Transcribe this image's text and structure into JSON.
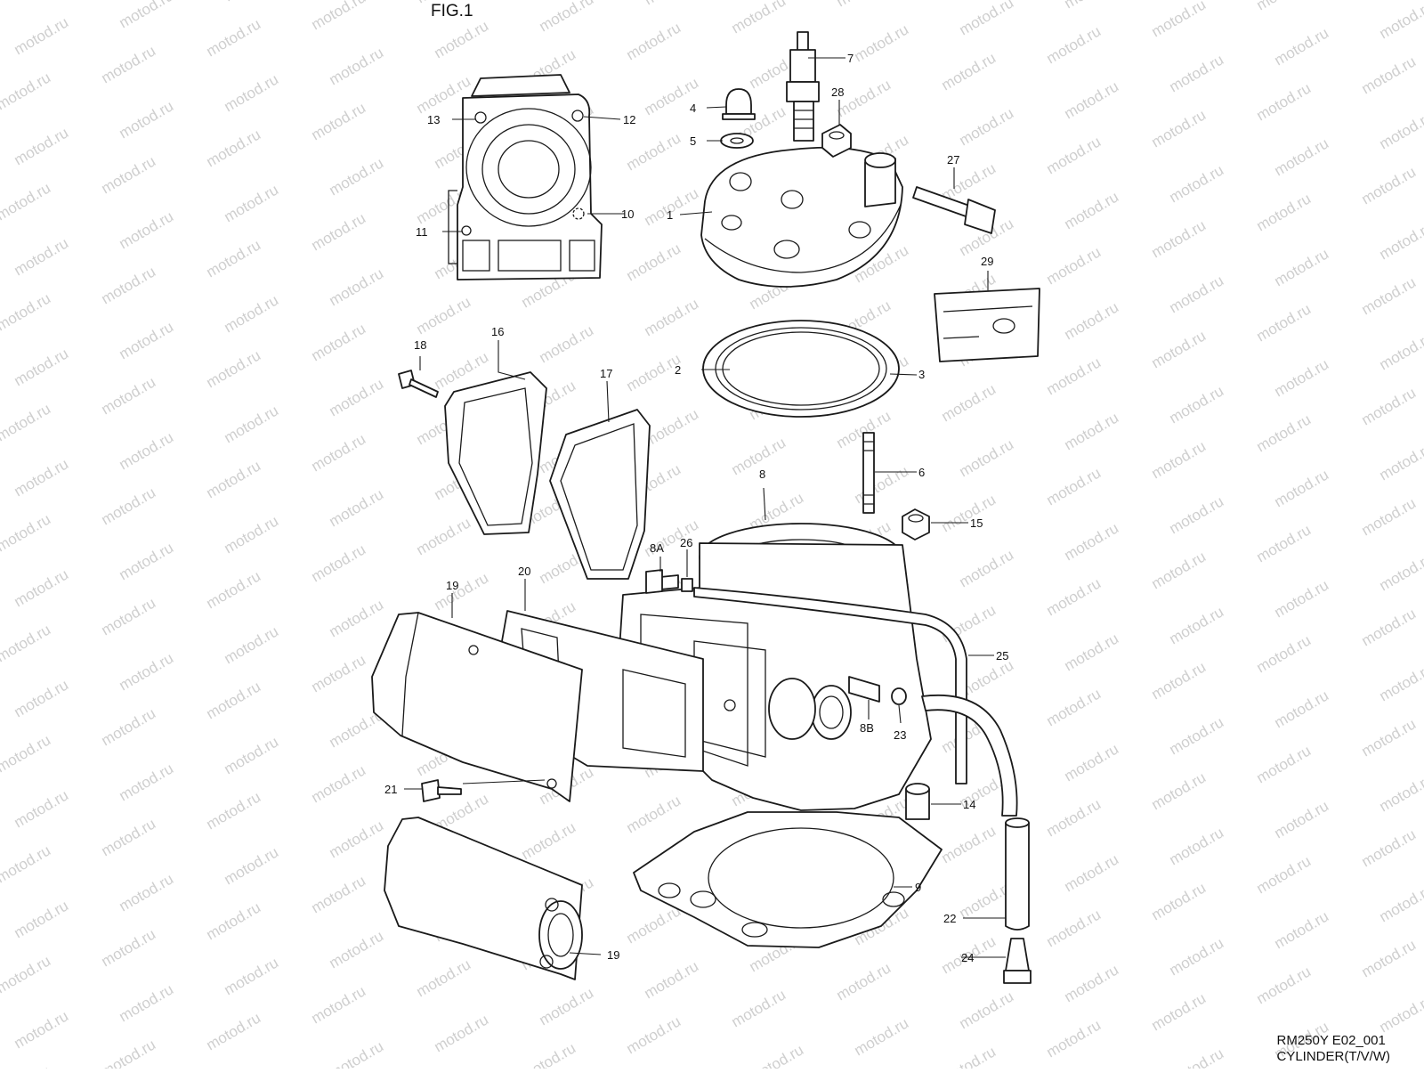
{
  "figure": {
    "title": "FIG.1",
    "model_code": "RM250Y E02_001",
    "caption": "CYLINDER(T/V/W)"
  },
  "watermark": {
    "text": "motod.ru",
    "color": "#cfcfcf"
  },
  "callouts": {
    "c1": "1",
    "c2": "2",
    "c3": "3",
    "c4": "4",
    "c5": "5",
    "c6": "6",
    "c7": "7",
    "c8": "8",
    "c8a": "8A",
    "c8b": "8B",
    "c9": "9",
    "c10": "10",
    "c11": "11",
    "c12": "12",
    "c13": "13",
    "c14": "14",
    "c15": "15",
    "c16": "16",
    "c17": "17",
    "c18": "18",
    "c19a": "19",
    "c19b": "19",
    "c20": "20",
    "c21": "21",
    "c22": "22",
    "c23": "23",
    "c24": "24",
    "c25": "25",
    "c26": "26",
    "c27": "27",
    "c28": "28",
    "c29": "29"
  }
}
